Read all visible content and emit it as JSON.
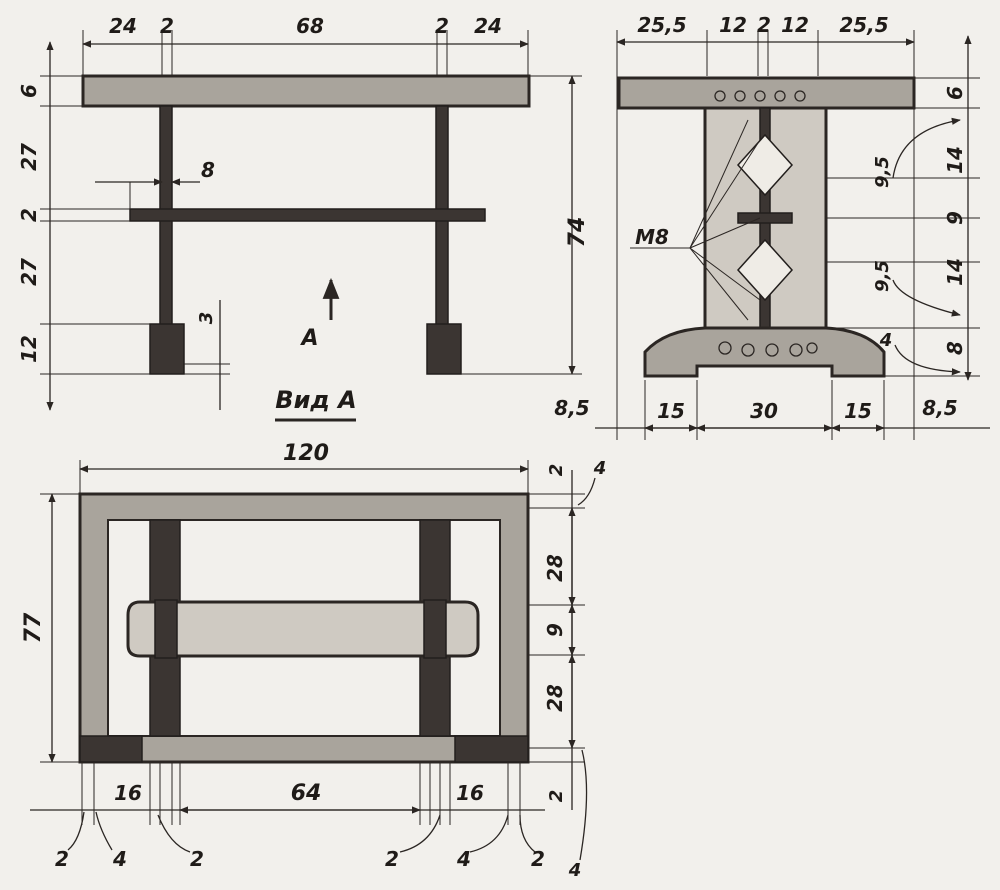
{
  "front_view": {
    "top_widths": [
      "24",
      "2",
      "68",
      "2",
      "24"
    ],
    "left_heights": [
      "6",
      "27",
      "2",
      "27",
      "12"
    ],
    "crossbar_offset": "8",
    "foot_gap": "3",
    "overall_height": "74",
    "view_marker": "A"
  },
  "side_view": {
    "top_widths": [
      "25,5",
      "12",
      "2",
      "12",
      "25,5"
    ],
    "right_heights": [
      "6",
      "14",
      "9",
      "14",
      "8"
    ],
    "bolt_label": "M8",
    "offsets": [
      "9,5",
      "9,5"
    ],
    "base_thickness": "4",
    "bottom_widths": [
      "8,5",
      "15",
      "30",
      "15",
      "8,5"
    ]
  },
  "plan_view": {
    "caption": "Вид А",
    "overall_width": "120",
    "overall_depth": "77",
    "right_heights": [
      "2",
      "28",
      "9",
      "28",
      "2"
    ],
    "right_flags": [
      "4",
      "4"
    ],
    "bottom_widths": [
      "16",
      "64",
      "16"
    ],
    "bottom_small": [
      "2",
      "4",
      "2",
      "2",
      "4",
      "2"
    ]
  }
}
